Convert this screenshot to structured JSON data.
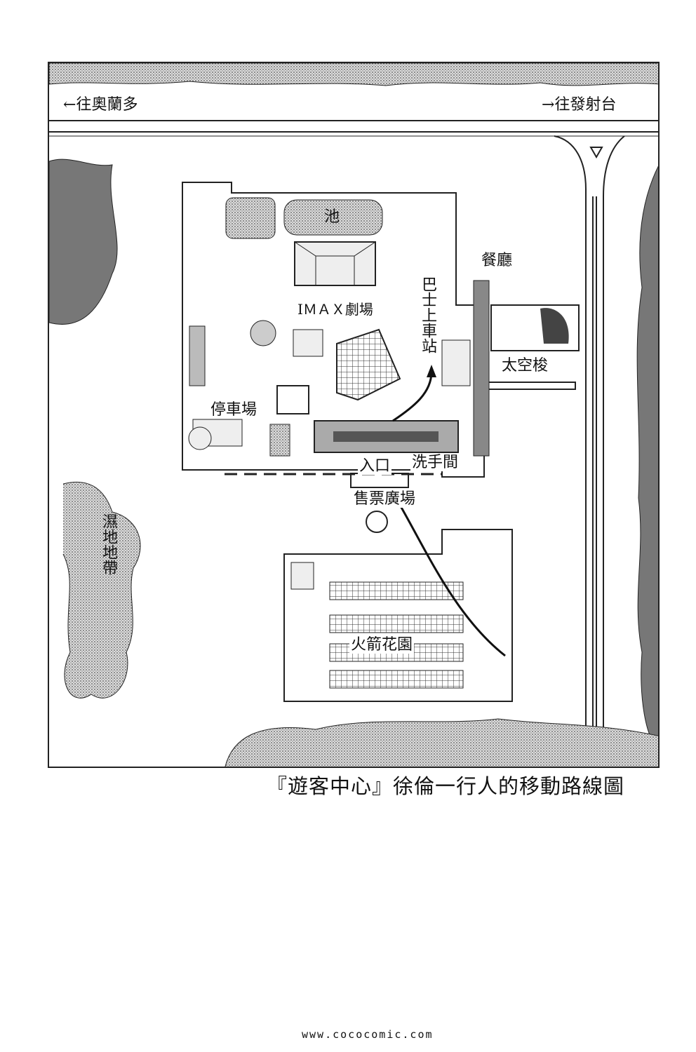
{
  "map": {
    "direction_left": "往奧蘭多",
    "direction_right": "往發射台",
    "labels": {
      "pond": "池",
      "restaurant": "餐廳",
      "bus_stop": "巴士上車站",
      "imax": "IＭＡＸ劇場",
      "space_shuttle": "太空梭",
      "parking": "停車場",
      "entrance": "入口",
      "restroom": "洗手間",
      "ticket_plaza": "售票廣場",
      "wetland": "濕地地帶",
      "rocket_garden": "火箭花園"
    },
    "arrow_left": "←",
    "arrow_right": "→"
  },
  "caption": "『遊客中心』徐倫一行人的移動路線圖",
  "footer": "www.cococomic.com"
}
